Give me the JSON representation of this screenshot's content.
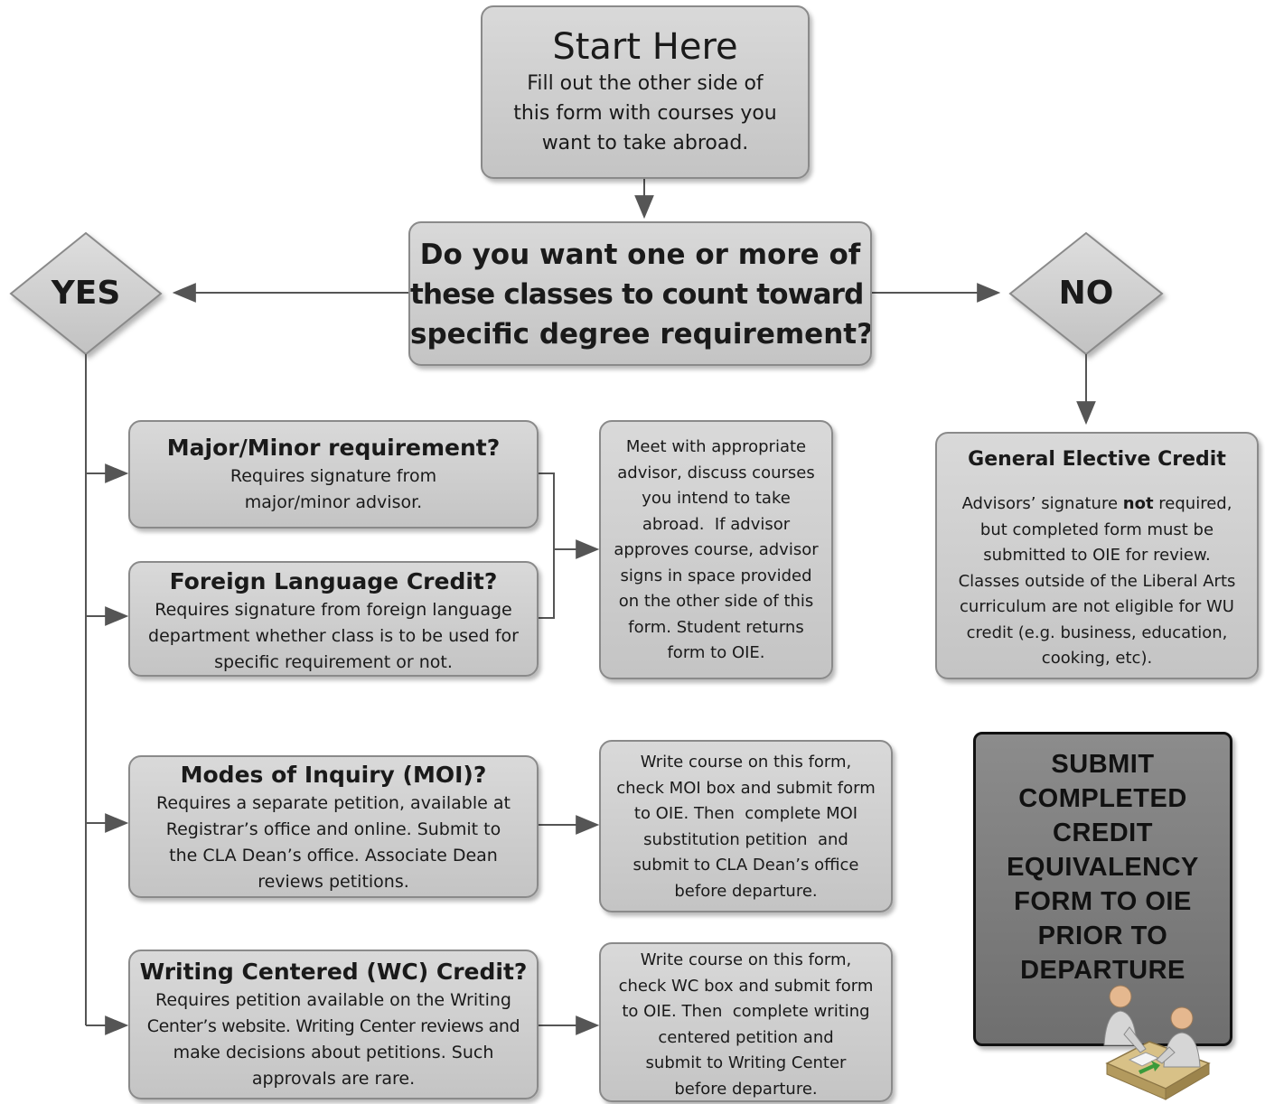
{
  "start": {
    "title": "Start Here",
    "lines": [
      "Fill out the other side of",
      "this form with courses you",
      "want to take abroad."
    ]
  },
  "question": {
    "lines": [
      "Do you want one or more of",
      "these classes to count toward a",
      "specific degree requirement?"
    ]
  },
  "yes_label": "YES",
  "no_label": "NO",
  "major": {
    "title": "Major/Minor requirement?",
    "lines": [
      "Requires signature from",
      "major/minor advisor."
    ]
  },
  "language": {
    "title": "Foreign Language Credit?",
    "lines": [
      "Requires signature from foreign language",
      "department whether class is to be used for",
      "specific requirement or not."
    ]
  },
  "advisor_step": {
    "lines": [
      "Meet with appropriate",
      "advisor, discuss courses",
      "you intend to take",
      "abroad.  If advisor",
      "approves course, advisor",
      "signs in space provided",
      "on the other side of this",
      "form. Student returns",
      "form to OIE."
    ]
  },
  "elective": {
    "title": "General Elective Credit",
    "line1_pre": "Advisors’ signature ",
    "line1_bold": "not",
    "line1_post": " required,",
    "lines": [
      "but completed form must be",
      "submitted to OIE for review.",
      "Classes outside of the Liberal Arts",
      "curriculum are not eligible for WU",
      "credit (e.g. business, education,",
      "cooking, etc)."
    ]
  },
  "moi": {
    "title": "Modes of Inquiry (MOI)?",
    "lines": [
      "Requires a separate petition, available at",
      "Registrar’s office and online. Submit to",
      "the CLA Dean’s office. Associate Dean",
      "reviews petitions."
    ]
  },
  "moi_step": {
    "lines": [
      "Write course on this form,",
      "check MOI box and submit form",
      "to OIE. Then  complete MOI",
      "substitution petition  and",
      "submit to CLA Dean’s office",
      "before departure."
    ]
  },
  "wc": {
    "title": "Writing Centered (WC) Credit?",
    "lines": [
      "Requires petition available on the Writing",
      "Center’s website. Writing Center reviews and",
      "make decisions about petitions. Such",
      "approvals are rare."
    ]
  },
  "wc_step": {
    "lines": [
      "Write course on this form,",
      "check WC box and submit form",
      "to OIE. Then  complete writing",
      "centered petition and",
      "submit to Writing Center",
      "before departure."
    ]
  },
  "submit": {
    "lines": [
      "SUBMIT",
      "COMPLETED",
      "CREDIT",
      "EQUIVALENCY",
      "FORM TO OIE",
      "PRIOR TO",
      "DEPARTURE"
    ]
  },
  "colors": {
    "box_fill": "#cfcfcf",
    "box_border": "#8a8a8a",
    "connector": "#555555",
    "submit_fill": "#7d7d7d"
  },
  "icons": [
    "people-at-desk-icon"
  ]
}
